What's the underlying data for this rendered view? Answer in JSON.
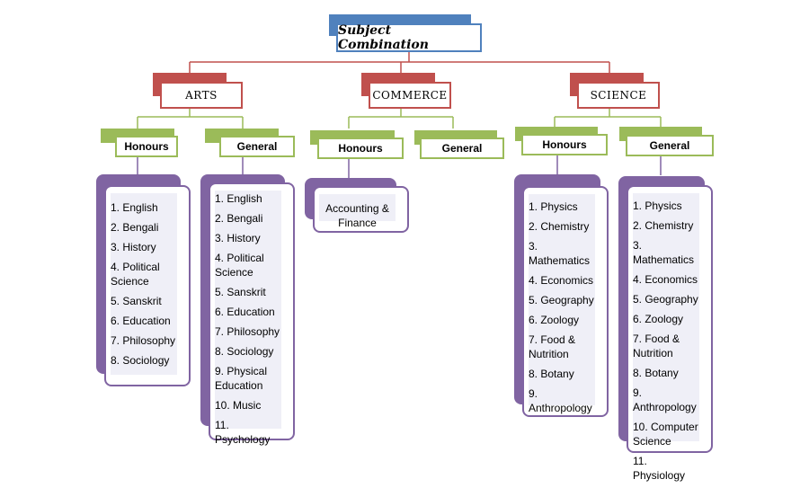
{
  "title": "Subject Combination",
  "streams": [
    {
      "name": "ARTS",
      "types": [
        {
          "label": "Honours",
          "subjects": [
            "1. English",
            "2. Bengali",
            "3. History",
            "4. Political Science",
            "5. Sanskrit",
            "6. Education",
            "7. Philosophy",
            "8. Sociology"
          ]
        },
        {
          "label": "General",
          "subjects": [
            "1. English",
            "2. Bengali",
            "3. History",
            "4. Political Science",
            "5. Sanskrit",
            "6. Education",
            "7. Philosophy",
            "8. Sociology",
            "9. Physical Education",
            "10. Music",
            "11. Psychology"
          ]
        }
      ]
    },
    {
      "name": "COMMERCE",
      "types": [
        {
          "label": "Honours",
          "subjects": [
            "Accounting & Finance"
          ]
        },
        {
          "label": "General",
          "subjects": []
        }
      ]
    },
    {
      "name": "SCIENCE",
      "types": [
        {
          "label": "Honours",
          "subjects": [
            "1. Physics",
            "2. Chemistry",
            "3. Mathematics",
            "4. Economics",
            "5. Geography",
            "6. Zoology",
            "7. Food & Nutrition",
            "8. Botany",
            "9. Anthropology"
          ]
        },
        {
          "label": "General",
          "subjects": [
            "1. Physics",
            "2. Chemistry",
            "3. Mathematics",
            "4. Economics",
            "5. Geography",
            "6. Zoology",
            "7. Food & Nutrition",
            "8. Botany",
            "9. Anthropology",
            "10. Computer Science",
            "11. Physiology"
          ]
        }
      ]
    }
  ],
  "colors": {
    "root": "#4f81bd",
    "stream": "#c0504d",
    "type": "#9bbb59",
    "subject_box": "#8064a2",
    "subject_fill": "#efeff7"
  }
}
